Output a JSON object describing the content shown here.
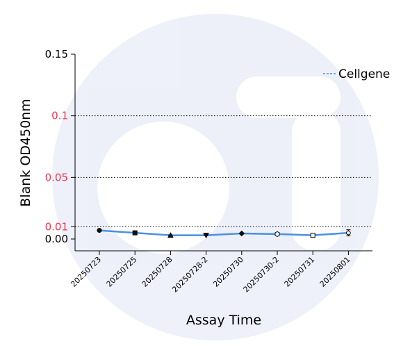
{
  "chart_data": {
    "type": "line",
    "xlabel": "Assay Time",
    "ylabel": "Blank OD450nm",
    "ylim": [
      -0.01,
      0.15
    ],
    "categories": [
      "20250723",
      "20250725",
      "20250728",
      "20250728-2",
      "20250730",
      "20250730-2",
      "20250731",
      "20250801"
    ],
    "y_ticks": [
      {
        "value": 0.15,
        "label": "0.15",
        "color": "#000000",
        "grid": false
      },
      {
        "value": 0.1,
        "label": "0.1",
        "color": "#e8384f",
        "grid": true
      },
      {
        "value": 0.05,
        "label": "0.05",
        "color": "#e8384f",
        "grid": true
      },
      {
        "value": 0.01,
        "label": "0.01",
        "color": "#e8384f",
        "grid": true
      },
      {
        "value": 0.0,
        "label": "0.00",
        "color": "#000000",
        "grid": false
      }
    ],
    "series": [
      {
        "name": "Cellgene",
        "color": "#4a90e2",
        "values": [
          0.007,
          0.005,
          0.003,
          0.003,
          0.0045,
          0.004,
          0.003,
          0.005
        ],
        "errors": [
          0.0005,
          0.0005,
          0.0003,
          0.0003,
          0.0005,
          0.0004,
          0.0004,
          0.0025
        ],
        "markers": [
          "circle",
          "square",
          "triangle-up",
          "triangle-down",
          "diamond",
          "hexagon",
          "square-open",
          "circle-open"
        ]
      }
    ],
    "legend": {
      "label": "Cellgene",
      "position": "top-right"
    },
    "grid": "dotted at red-labelled ticks"
  }
}
